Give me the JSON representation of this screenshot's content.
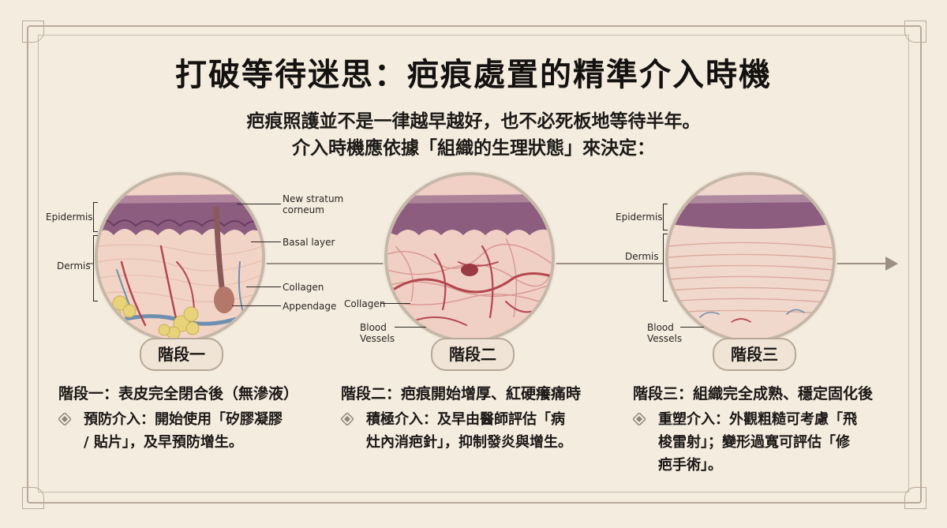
{
  "title": "打破等待迷思：疤痕處置的精準介入時機",
  "subtitle_line1": "疤痕照護並不是一律越早越好，也不必死板地等待半年。",
  "subtitle_line2": "介入時機應依據「組織的生理狀態」來決定：",
  "stages": [
    {
      "badge": "階段一",
      "heading": "階段一：表皮完全閉合後（無滲液）",
      "detail_line1": "預防介入：開始使用「矽膠凝膠",
      "detail_line2": "/ 貼片」，及早預防增生。",
      "labels": {
        "epidermis": "Epidermis",
        "dermis": "Dermis",
        "stratum_line1": "New stratum",
        "stratum_line2": "corneum",
        "basal": "Basal layer",
        "collagen": "Collagen",
        "appendage": "Appendage"
      }
    },
    {
      "badge": "階段二",
      "heading": "階段二：疤痕開始增厚、紅硬癢痛時",
      "detail_line1": "積極介入：及早由醫師評估「病",
      "detail_line2": "灶內消疤針」，抑制發炎與增生。",
      "labels": {
        "collagen": "Collagen",
        "blood_line1": "Blood",
        "blood_line2": "Vessels"
      }
    },
    {
      "badge": "階段三",
      "heading": "階段三：組織完全成熟、穩定固化後",
      "detail_line1": "重塑介入：外觀粗糙可考慮「飛",
      "detail_line2": "梭雷射」；變形過寬可評估「修",
      "detail_line3": "疤手術」。",
      "labels": {
        "epidermis": "Epidermis",
        "dermis": "Dermis",
        "blood_line1": "Blood",
        "blood_line2": "Vessels"
      }
    }
  ],
  "colors": {
    "background": "#f4ecdf",
    "frame": "#b9a99a",
    "epidermis": "#8a5a7c",
    "dermis": "#f0d0c4",
    "vessel_red": "#b3474f",
    "vessel_blue": "#6f8fb0",
    "fat": "#e8d27a",
    "timeline": "#9c8f84"
  }
}
